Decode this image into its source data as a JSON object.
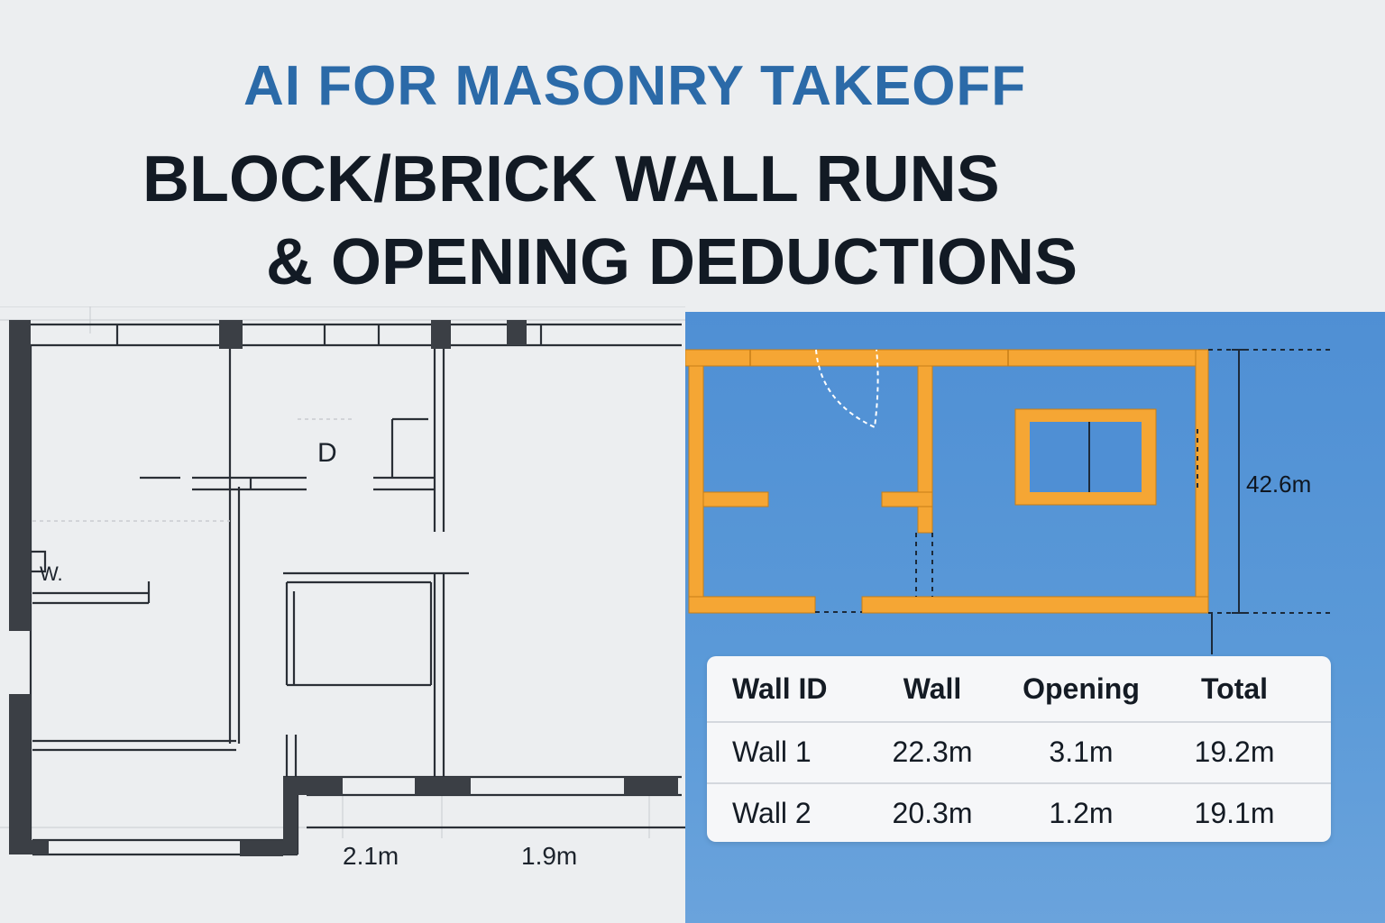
{
  "title": {
    "kicker": "AI FOR MASONRY TAKEOFF",
    "line1": "BLOCK/BRICK WALL RUNS",
    "line2": "& OPENING DEDUCTIONS"
  },
  "sketch": {
    "room_label_d": "D",
    "room_label_w": "W.",
    "dimensions": [
      "2.1m",
      "1.9m"
    ]
  },
  "overlay": {
    "height_dimension": "42.6m"
  },
  "table": {
    "headers": [
      "Wall ID",
      "Wall",
      "Opening",
      "Total"
    ],
    "rows": [
      [
        "Wall 1",
        "22.3m",
        "3.1m",
        "19.2m"
      ],
      [
        "Wall 2",
        "20.3m",
        "1.2m",
        "19.1m"
      ]
    ]
  },
  "colors": {
    "kicker": "#2b6aa8",
    "headline": "#121a24",
    "panel_blue": "#5b9ad8",
    "wall_orange": "#f5a634"
  }
}
